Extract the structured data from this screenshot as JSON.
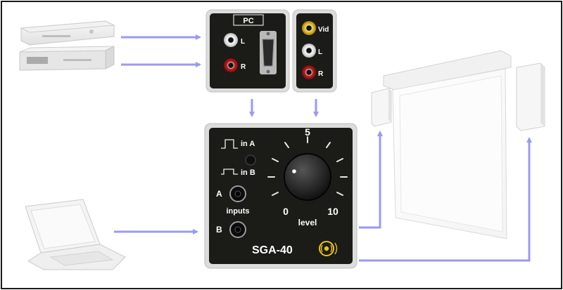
{
  "panel_pc": {
    "title": "PC",
    "left_label": "L",
    "right_label": "R"
  },
  "panel_av": {
    "video_label": "Vid",
    "left_label": "L",
    "right_label": "R"
  },
  "amplifier": {
    "input_a_label": "in A",
    "input_b_label": "in B",
    "jack_a_label": "A",
    "jack_b_label": "B",
    "inputs_label": "inputs",
    "scale_min": "0",
    "scale_mid": "5",
    "scale_max": "10",
    "level_label": "level",
    "model": "SGA-40"
  },
  "colors": {
    "arrow": "#9a9af0",
    "panel_face": "#1b1b17",
    "panel_border": "#d8d8d8"
  }
}
